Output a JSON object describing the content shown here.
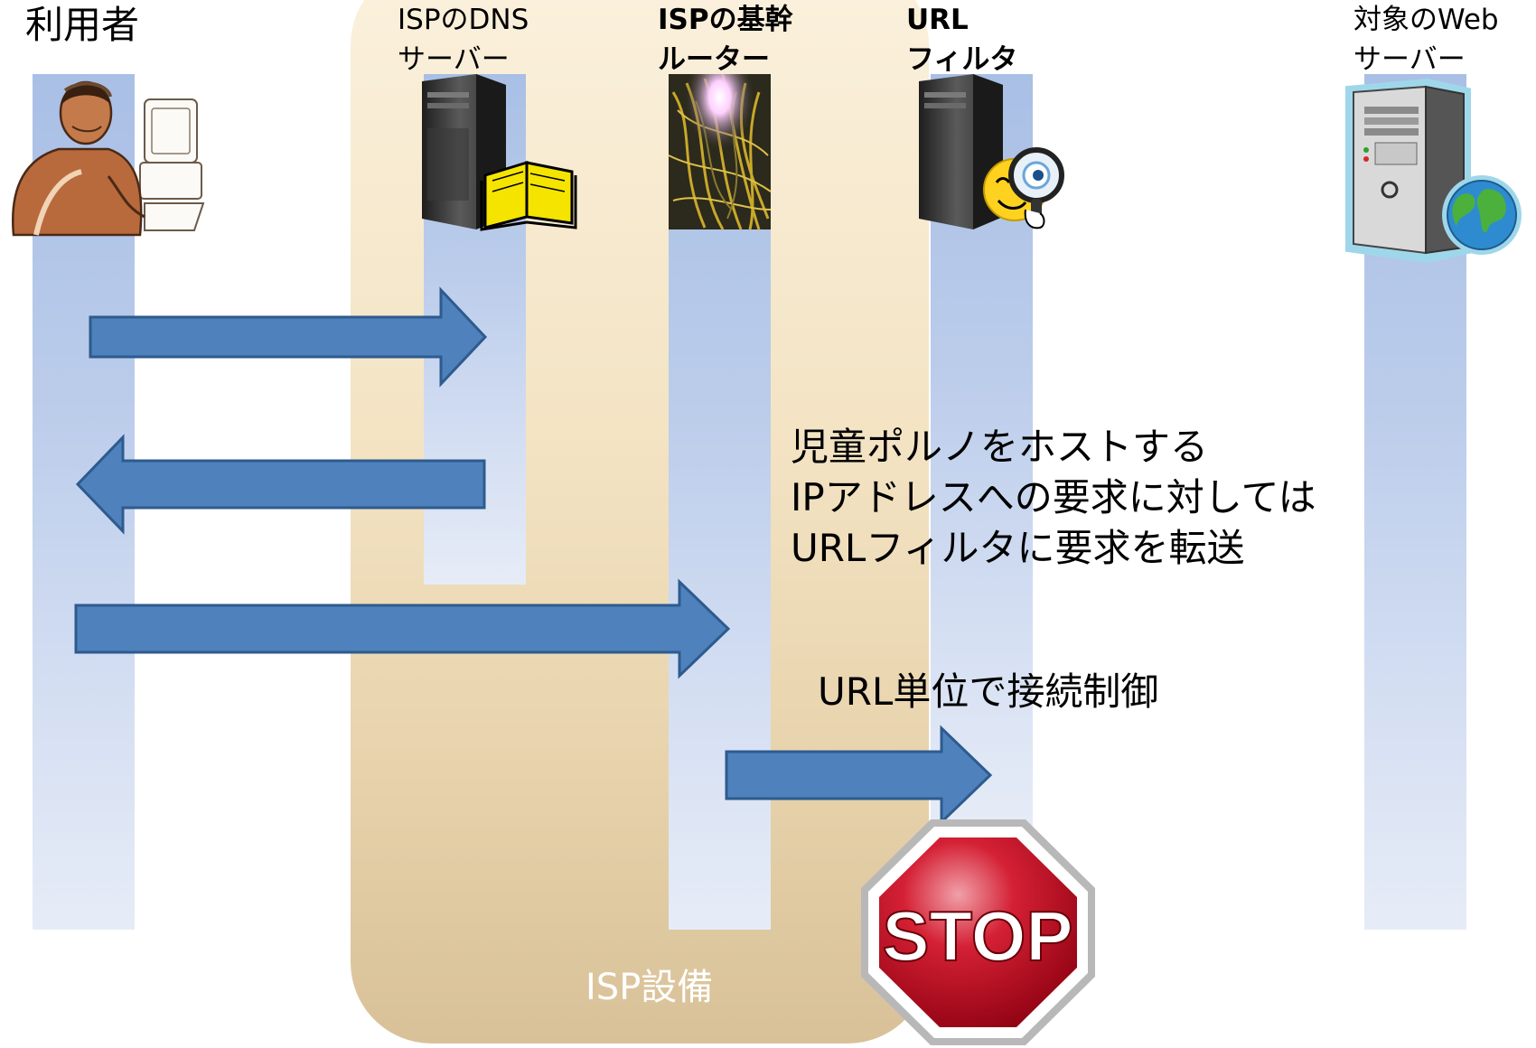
{
  "actors": {
    "user": "利用者",
    "dns": [
      "ISPのDNS",
      "サーバー"
    ],
    "router": [
      "ISPの基幹",
      "ルーター"
    ],
    "filter": [
      "URL",
      "フィルタ"
    ],
    "web": [
      "対象のWeb",
      "サーバー"
    ]
  },
  "isp_zone_label": "ISP設備",
  "annotation": [
    "児童ポルノをホストする",
    "IPアドレスへの要求に対しては",
    "URLフィルタに要求を転送"
  ],
  "filter_note": "URL単位で接続制御",
  "stop_sign_text": "STOP",
  "colors": {
    "arrow_fill": "#4f81bd",
    "arrow_stroke": "#2e5b8e",
    "stop_red": "#c8102e"
  }
}
